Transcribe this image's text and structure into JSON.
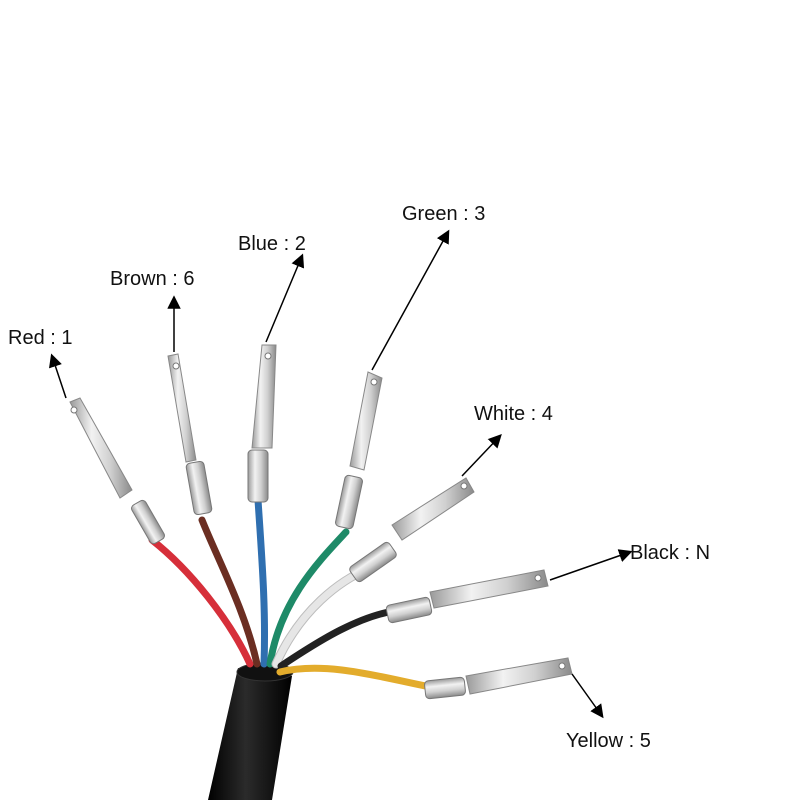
{
  "wires": [
    {
      "key": "red",
      "label": "Red : 1",
      "color": "#d62f3a"
    },
    {
      "key": "brown",
      "label": "Brown : 6",
      "color": "#6b2e22"
    },
    {
      "key": "blue",
      "label": "Blue : 2",
      "color": "#2f6fb0"
    },
    {
      "key": "green",
      "label": "Green : 3",
      "color": "#1e8a68"
    },
    {
      "key": "white",
      "label": "White : 4",
      "color": "#e6e6e6"
    },
    {
      "key": "black",
      "label": "Black : N",
      "color": "#222222"
    },
    {
      "key": "yellow",
      "label": "Yellow : 5",
      "color": "#e3ac2c"
    }
  ],
  "cable_color": "#0c0c0c",
  "terminal_color": "#d9d9d9"
}
